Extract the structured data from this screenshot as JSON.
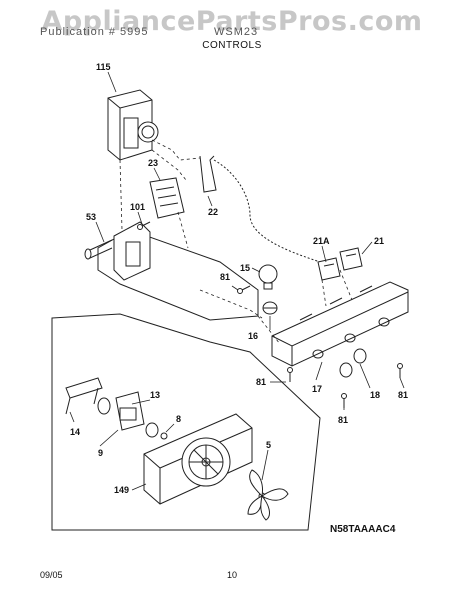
{
  "watermark": "AppliancePartsPros.com",
  "header": {
    "left": "Publication # 5995",
    "right": "WSM23",
    "section_title": "CONTROLS"
  },
  "diagram_code": "N58TAAAAC4",
  "footer": {
    "date": "09/05",
    "page": "10"
  },
  "callouts": [
    {
      "id": "c115",
      "label": "115"
    },
    {
      "id": "c23",
      "label": "23"
    },
    {
      "id": "c101",
      "label": "101"
    },
    {
      "id": "c53",
      "label": "53"
    },
    {
      "id": "c22",
      "label": "22"
    },
    {
      "id": "c21a",
      "label": "21A"
    },
    {
      "id": "c21",
      "label": "21"
    },
    {
      "id": "c15",
      "label": "15"
    },
    {
      "id": "c81a",
      "label": "81"
    },
    {
      "id": "c16",
      "label": "16"
    },
    {
      "id": "c81b",
      "label": "81"
    },
    {
      "id": "c17",
      "label": "17"
    },
    {
      "id": "c18",
      "label": "18"
    },
    {
      "id": "c81c",
      "label": "81"
    },
    {
      "id": "c81d",
      "label": "81"
    },
    {
      "id": "c13",
      "label": "13"
    },
    {
      "id": "c14",
      "label": "14"
    },
    {
      "id": "c8",
      "label": "8"
    },
    {
      "id": "c9",
      "label": "9"
    },
    {
      "id": "c5",
      "label": "5"
    },
    {
      "id": "c149",
      "label": "149"
    }
  ]
}
